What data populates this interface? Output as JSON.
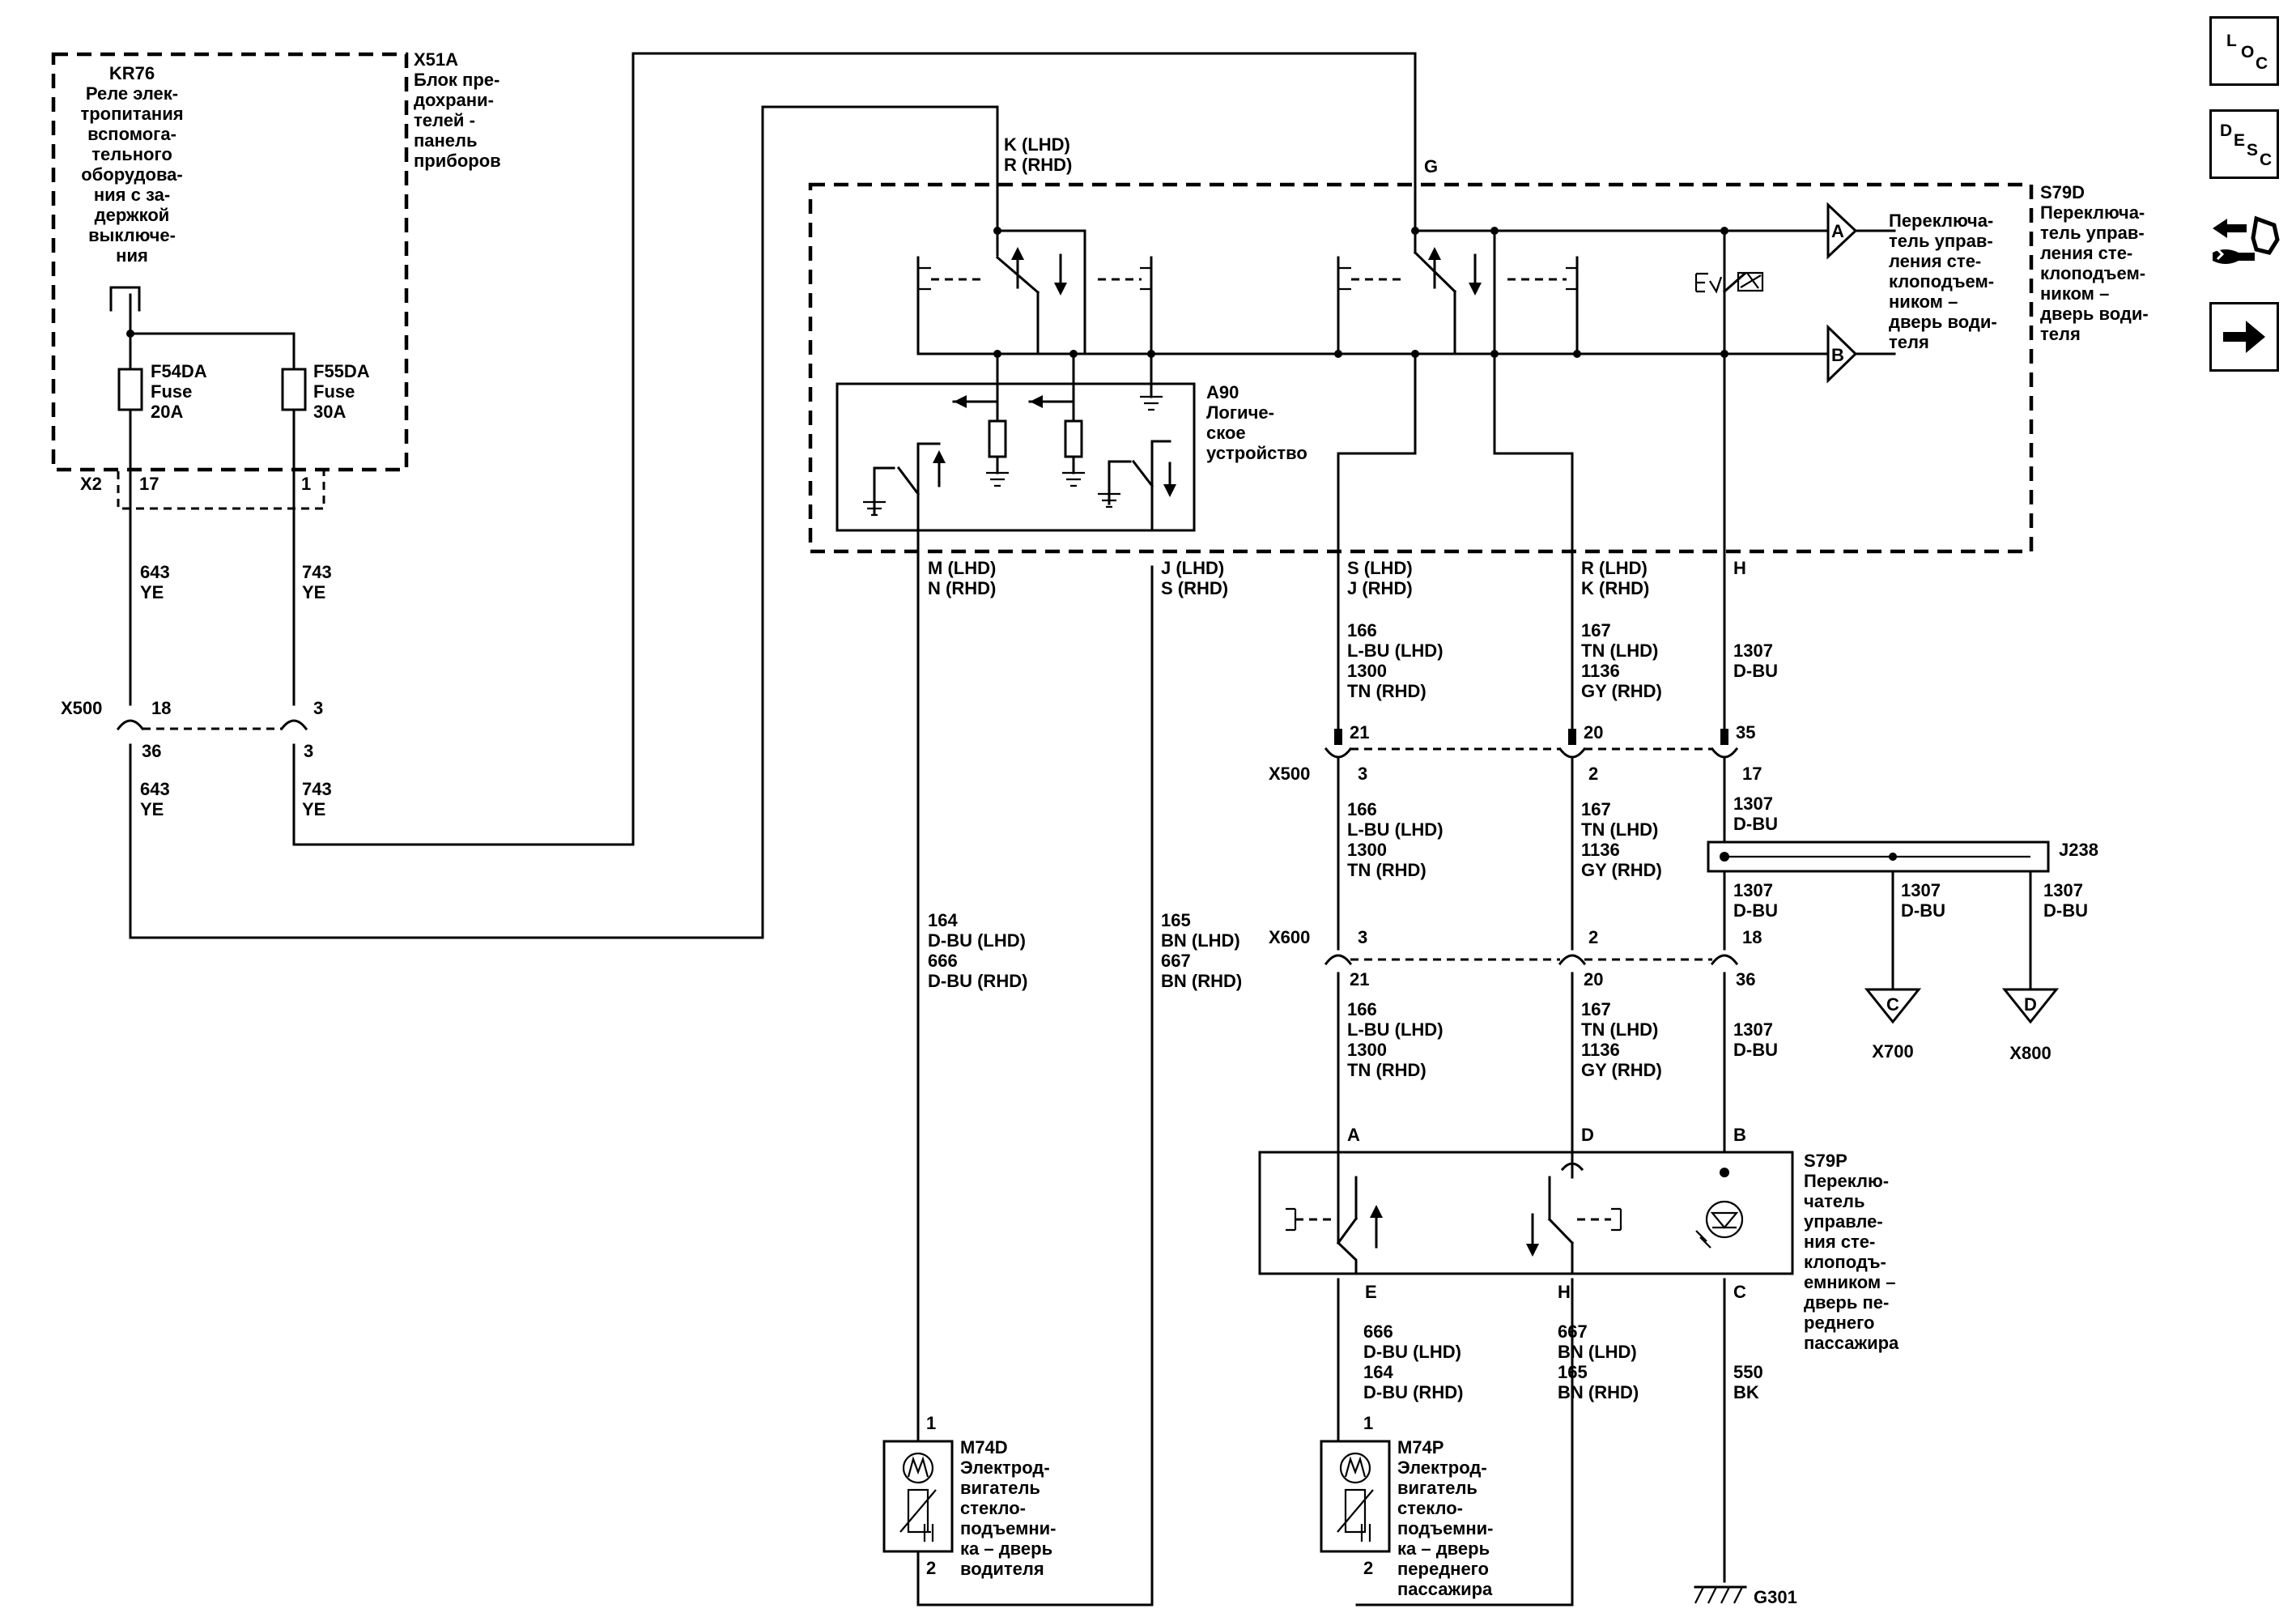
{
  "components": {
    "kr76": {
      "id": "KR76",
      "lines": [
        "Реле элек-",
        "тропитания",
        "вспомога-",
        "тельного",
        "оборудова-",
        "ния с за-",
        "держкой",
        "выключе-",
        "ния"
      ]
    },
    "x51a": {
      "id": "X51A",
      "lines": [
        "Блок пре-",
        "дохрани-",
        "телей -",
        "панель",
        "приборов"
      ]
    },
    "f54da": {
      "id": "F54DA",
      "type": "Fuse",
      "rating": "20A"
    },
    "f55da": {
      "id": "F55DA",
      "type": "Fuse",
      "rating": "30A"
    },
    "a90": {
      "id": "A90",
      "lines": [
        "Логиче-",
        "ское",
        "устройство"
      ]
    },
    "s79d": {
      "id": "S79D",
      "lines": [
        "Переключа-",
        "тель управ-",
        "ления сте-",
        "клоподъем-",
        "ником –",
        "дверь води-",
        "теля"
      ]
    },
    "s79d_inner": {
      "lines": [
        "Переключа-",
        "тель управ-",
        "ления сте-",
        "клоподъем-",
        "ником –",
        "дверь води-",
        "теля"
      ]
    },
    "s79p": {
      "id": "S79P",
      "lines": [
        "Переклю-",
        "чатель",
        "управле-",
        "ния сте-",
        "клоподъ-",
        "емником –",
        "дверь пе-",
        "реднего",
        "пассажира"
      ]
    },
    "m74d": {
      "id": "M74D",
      "lines": [
        "Электрод-",
        "вигатель",
        "стекло-",
        "подъемни-",
        "ка – дверь",
        "водителя"
      ]
    },
    "m74p": {
      "id": "M74P",
      "lines": [
        "Электрод-",
        "вигатель",
        "стекло-",
        "подъемни-",
        "ка – дверь",
        "переднего",
        "пассажира"
      ]
    },
    "j238": {
      "id": "J238"
    },
    "g301": {
      "id": "G301"
    }
  },
  "connectors": {
    "x2": {
      "id": "X2",
      "pins": [
        "17",
        "1"
      ]
    },
    "x500_left": {
      "id": "X500",
      "pins_top": [
        "18",
        "3"
      ],
      "pins_bottom": [
        "36",
        "3"
      ]
    },
    "x500_right": {
      "id": "X500",
      "pins_top": [
        "21",
        "20",
        "35"
      ],
      "pins_bottom": [
        "3",
        "2",
        "17"
      ]
    },
    "x600": {
      "id": "X600",
      "pins_top": [
        "3",
        "2",
        "18"
      ],
      "pins_bottom": [
        "21",
        "20",
        "36"
      ]
    },
    "offpage": [
      {
        "letter": "A",
        "target": ""
      },
      {
        "letter": "B",
        "target": ""
      },
      {
        "letter": "C",
        "target": "X700"
      },
      {
        "letter": "D",
        "target": "X800"
      }
    ]
  },
  "pins": {
    "a90_top": [
      "K (LHD)",
      "R (RHD)"
    ],
    "g": "G",
    "a90_m": [
      "M (LHD)",
      "N (RHD)"
    ],
    "a90_j": [
      "J (LHD)",
      "S (RHD)"
    ],
    "s79d_s": [
      "S (LHD)",
      "J (RHD)"
    ],
    "s79d_r": [
      "R (LHD)",
      "K (RHD)"
    ],
    "s79d_h": "H",
    "s79p_top": [
      "A",
      "D",
      "B"
    ],
    "s79p_bottom": [
      "E",
      "H",
      "C"
    ],
    "m74d": [
      "1",
      "2"
    ],
    "m74p": [
      "1",
      "2"
    ]
  },
  "wires": {
    "w643a": [
      "643",
      "YE"
    ],
    "w743a": [
      "743",
      "YE"
    ],
    "w643b": [
      "643",
      "YE"
    ],
    "w743b": [
      "743",
      "YE"
    ],
    "w166a": [
      "166",
      "L-BU (LHD)",
      "1300",
      "TN (RHD)"
    ],
    "w167a": [
      "167",
      "TN (LHD)",
      "1136",
      "GY (RHD)"
    ],
    "w1307a": [
      "1307",
      "D-BU"
    ],
    "w166b": [
      "166",
      "L-BU (LHD)",
      "1300",
      "TN (RHD)"
    ],
    "w167b": [
      "167",
      "TN (LHD)",
      "1136",
      "GY (RHD)"
    ],
    "w1307b": [
      "1307",
      "D-BU"
    ],
    "w1307c": [
      "1307",
      "D-BU"
    ],
    "w1307d": [
      "1307",
      "D-BU"
    ],
    "w1307e": [
      "1307",
      "D-BU"
    ],
    "w164": [
      "164",
      "D-BU (LHD)",
      "666",
      "D-BU (RHD)"
    ],
    "w165": [
      "165",
      "BN (LHD)",
      "667",
      "BN (RHD)"
    ],
    "w166c": [
      "166",
      "L-BU (LHD)",
      "1300",
      "TN (RHD)"
    ],
    "w167c": [
      "167",
      "TN (LHD)",
      "1136",
      "GY (RHD)"
    ],
    "w1307f": [
      "1307",
      "D-BU"
    ],
    "w666": [
      "666",
      "D-BU (LHD)",
      "164",
      "D-BU (RHD)"
    ],
    "w667": [
      "667",
      "BN (LHD)",
      "165",
      "BN (RHD)"
    ],
    "w550": [
      "550",
      "BK"
    ]
  },
  "sidebar": [
    {
      "icon": "loc-icon",
      "letters": [
        "L",
        "O",
        "C"
      ]
    },
    {
      "icon": "desc-icon",
      "letters": [
        "D",
        "E",
        "S",
        "C"
      ]
    },
    {
      "icon": "connector-tool-icon"
    },
    {
      "icon": "arrow-right-icon"
    }
  ]
}
